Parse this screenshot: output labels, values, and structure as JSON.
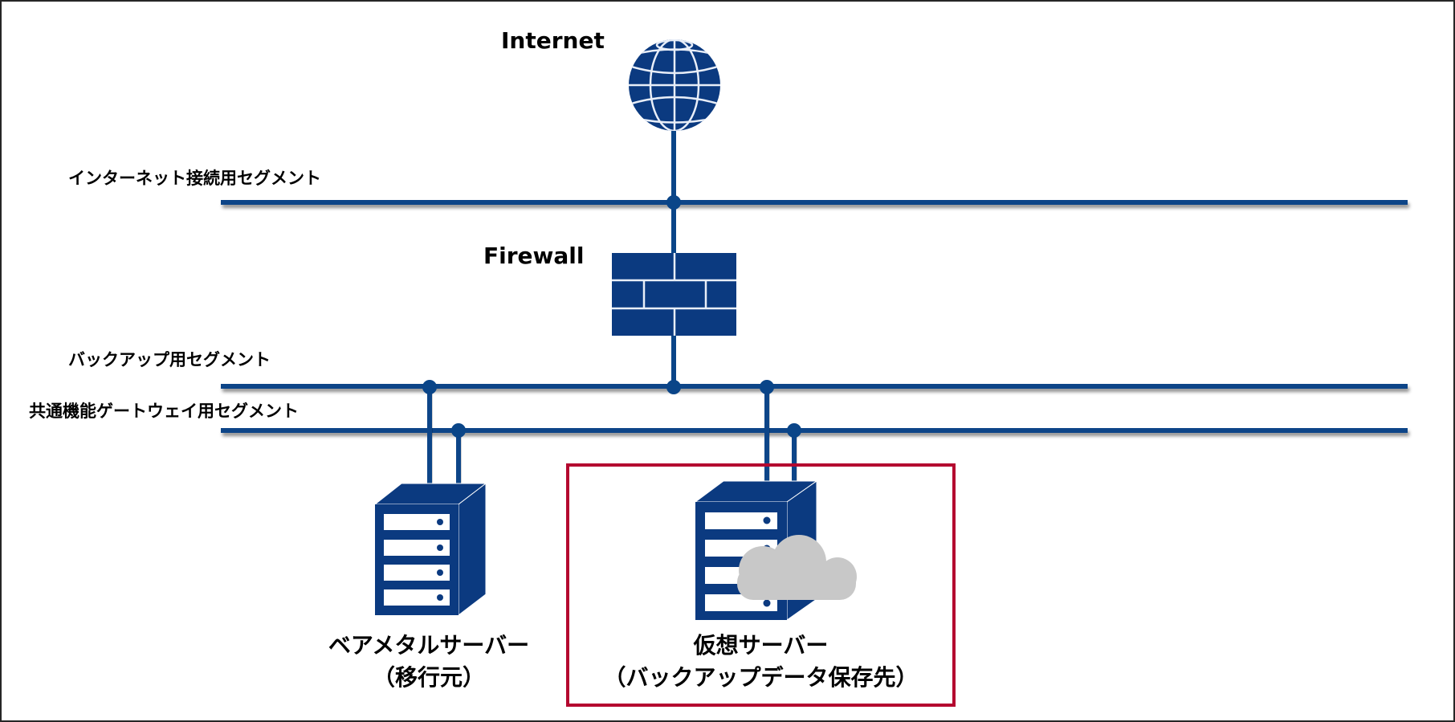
{
  "colors": {
    "network_navy": "#0b3a80",
    "line_blue": "#0a4588",
    "highlight_red": "#b4082f",
    "cloud_gray": "#c8c8c8",
    "frame_border": "#262626"
  },
  "nodes": {
    "internet": {
      "label": "Internet",
      "icon": "globe-icon"
    },
    "firewall": {
      "label": "Firewall",
      "icon": "brick-wall-icon"
    }
  },
  "segments": [
    {
      "id": "internet-segment",
      "label": "インターネット接続用セグメント"
    },
    {
      "id": "backup-segment",
      "label": "バックアップ用セグメント"
    },
    {
      "id": "gateway-segment",
      "label": "共通機能ゲートウェイ用セグメント"
    }
  ],
  "servers": [
    {
      "id": "bare-metal-server",
      "icon": "server-tower-icon",
      "label_line1": "ベアメタルサーバー",
      "label_line2": "（移行元）",
      "connected_segments": [
        "backup-segment",
        "gateway-segment"
      ]
    },
    {
      "id": "virtual-server",
      "icon": "server-tower-cloud-icon",
      "label_line1": "仮想サーバー",
      "label_line2": "（バックアップデータ保存先）",
      "connected_segments": [
        "backup-segment",
        "gateway-segment"
      ],
      "highlighted": true
    }
  ]
}
